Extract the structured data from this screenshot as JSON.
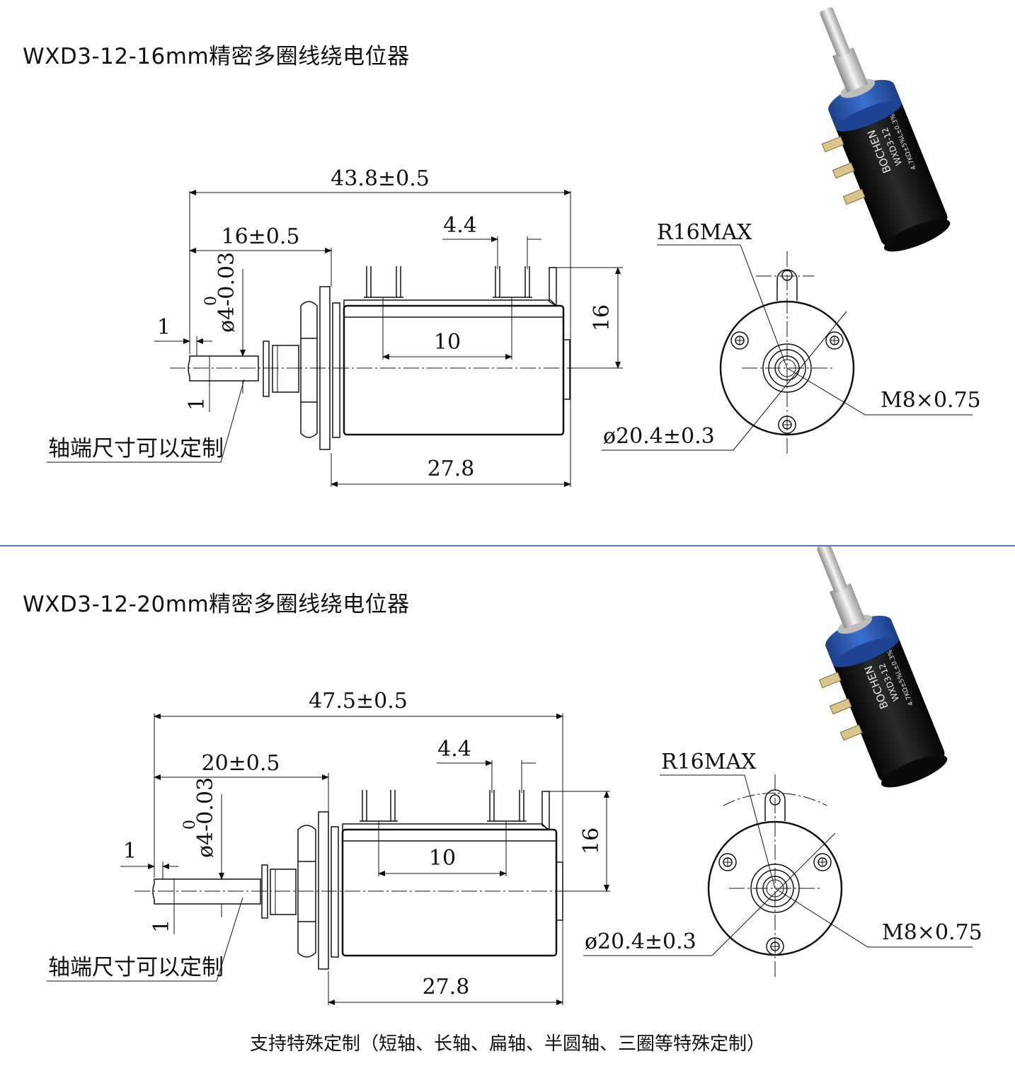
{
  "section1": {
    "title": "WXD3-12-16mm精密多圈线绕电位器",
    "dims": {
      "overall": "43.8±0.5",
      "shaft": "16±0.5",
      "pin_spacing": "4.4",
      "height": "16",
      "tol_upper": "0",
      "shaft_dia": "ø4-0.03",
      "flat": "1",
      "flat2": "1",
      "pin_pitch": "10",
      "body": "27.8",
      "radius": "R16MAX",
      "thread": "M8×0.75",
      "dia": "ø20.4±0.3"
    },
    "note": "轴端尺寸可以定制",
    "product_label": [
      "BOCHEN",
      "WXD3-12",
      "4.7KΩ±5%L±0.3%"
    ]
  },
  "section2": {
    "title": "WXD3-12-20mm精密多圈线绕电位器",
    "dims": {
      "overall": "47.5±0.5",
      "shaft": "20±0.5",
      "pin_spacing": "4.4",
      "height": "16",
      "tol_upper": "0",
      "shaft_dia": "ø4-0.03",
      "flat": "1",
      "flat2": "1",
      "pin_pitch": "10",
      "body": "27.8",
      "radius": "R16MAX",
      "thread": "M8×0.75",
      "dia": "ø20.4±0.3"
    },
    "note": "轴端尺寸可以定制",
    "product_label": [
      "BOCHEN",
      "WXD3-12",
      "4.7KΩ±5%L±0.3%"
    ]
  },
  "footer": "支持特殊定制（短轴、长轴、扁轴、半圆轴、三圈等特殊定制）",
  "colors": {
    "divider": "#5a78b8",
    "body_blue": "#2d5fb8",
    "body_black": "#151515"
  }
}
